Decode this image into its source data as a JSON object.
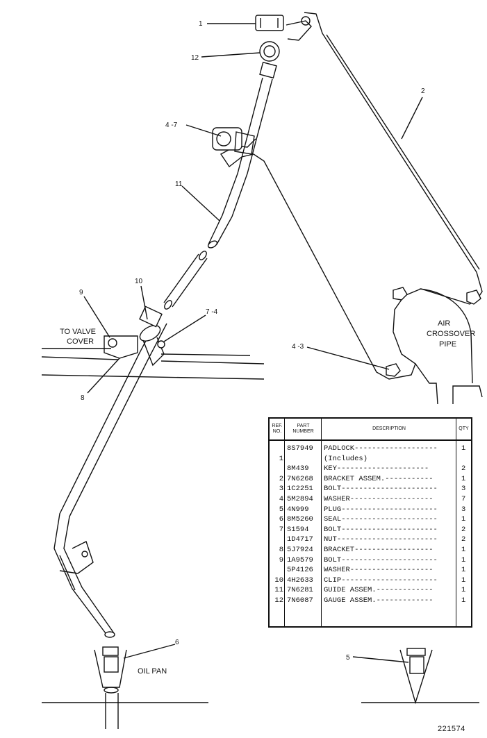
{
  "callouts": {
    "c1": "1",
    "c12": "12",
    "c2": "2",
    "c4_7": "4 -7",
    "c11": "11",
    "c10": "10",
    "c9": "9",
    "c7_4": "7 -4",
    "c8": "8",
    "c4_3": "4 -3",
    "c6": "6",
    "c5": "5"
  },
  "labels": {
    "to_valve_cover_1": "TO VALVE",
    "to_valve_cover_2": "COVER",
    "air_crossover_1": "AIR",
    "air_crossover_2": "CROSSOVER",
    "air_crossover_3": "PIPE",
    "oil_pan": "OIL PAN"
  },
  "table": {
    "headers": {
      "ref_1": "REF.",
      "ref_2": "NO.",
      "part_1": "PART",
      "part_2": "NUMBER",
      "description": "DESCRIPTION",
      "qty": "QTY"
    },
    "rows": [
      {
        "ref": "",
        "part": "8S7949",
        "desc": "PADLOCK-------------------",
        "qty": "1"
      },
      {
        "ref": "1",
        "part": "",
        "desc": "    (Includes)",
        "qty": ""
      },
      {
        "ref": "",
        "part": "8M439",
        "desc": "    KEY---------------------",
        "qty": "2"
      },
      {
        "ref": "2",
        "part": "7N6268",
        "desc": "BRACKET ASSEM.-----------",
        "qty": "1"
      },
      {
        "ref": "3",
        "part": "1C2251",
        "desc": "BOLT----------------------",
        "qty": "3"
      },
      {
        "ref": "4",
        "part": "5M2894",
        "desc": "WASHER-------------------",
        "qty": "7"
      },
      {
        "ref": "5",
        "part": "4N999",
        "desc": "PLUG----------------------",
        "qty": "3"
      },
      {
        "ref": "6",
        "part": "8M5260",
        "desc": "SEAL----------------------",
        "qty": "1"
      },
      {
        "ref": "7",
        "part": "S1594",
        "desc": "BOLT----------------------",
        "qty": "2"
      },
      {
        "ref": "",
        "part": "1D4717",
        "desc": "NUT-----------------------",
        "qty": "2"
      },
      {
        "ref": "8",
        "part": "5J7924",
        "desc": "BRACKET------------------",
        "qty": "1"
      },
      {
        "ref": "9",
        "part": "1A9579",
        "desc": "BOLT----------------------",
        "qty": "1"
      },
      {
        "ref": "",
        "part": "5P4126",
        "desc": "WASHER-------------------",
        "qty": "1"
      },
      {
        "ref": "10",
        "part": "4H2633",
        "desc": "CLIP----------------------",
        "qty": "1"
      },
      {
        "ref": "11",
        "part": "7N6281",
        "desc": "GUIDE ASSEM.-------------",
        "qty": "1"
      },
      {
        "ref": "12",
        "part": "7N6087",
        "desc": "GAUGE ASSEM.-------------",
        "qty": "1"
      }
    ]
  },
  "drawing_number": "221574"
}
